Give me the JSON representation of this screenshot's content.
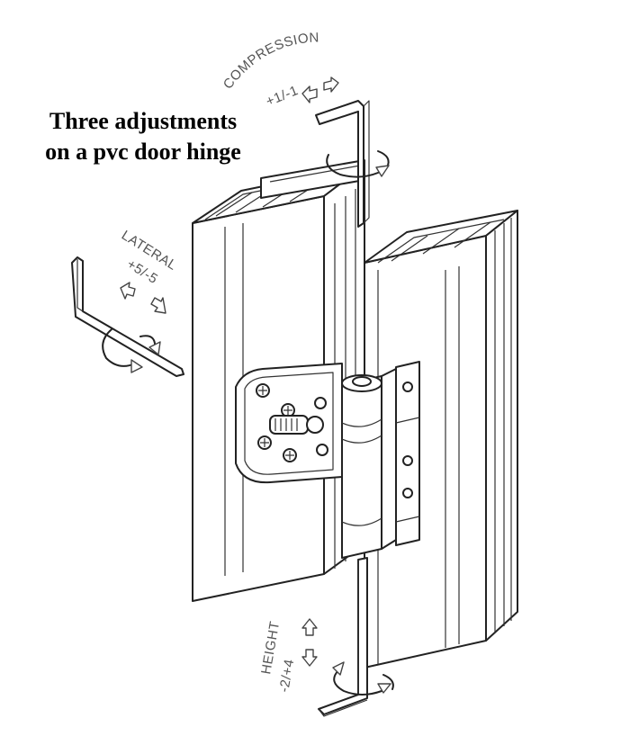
{
  "title": {
    "line1": "Three adjustments",
    "line2": "on a pvc door hinge"
  },
  "adjustments": {
    "compression": {
      "name": "COMPRESSION",
      "range": "+1/-1"
    },
    "lateral": {
      "name": "LATERAL",
      "range": "+5/-5"
    },
    "height": {
      "name": "HEIGHT",
      "range": "-2/+4"
    }
  }
}
